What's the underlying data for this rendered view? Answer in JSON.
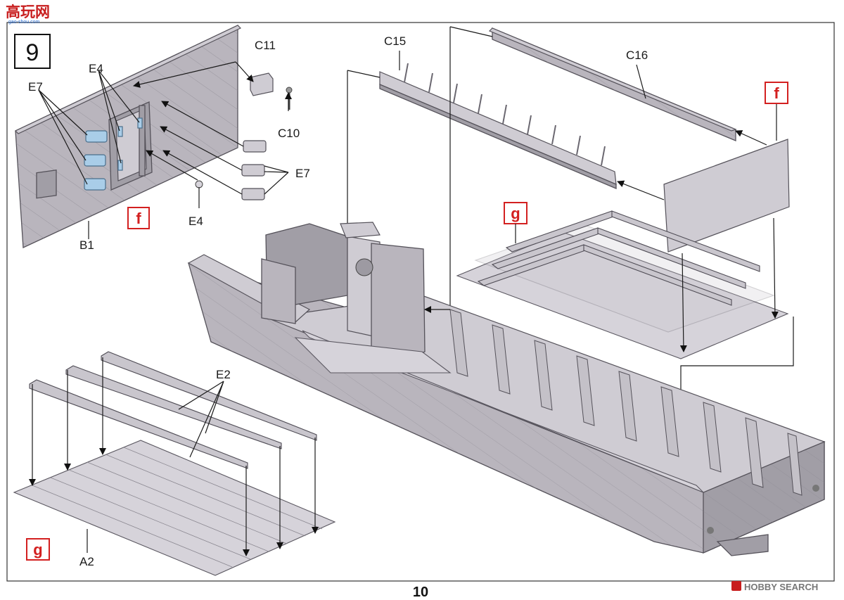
{
  "watermark_top": {
    "chars": "高玩网",
    "domain": "gao-shou.com"
  },
  "step_number": "9",
  "parts": {
    "c11": "C11",
    "c10": "C10",
    "c15": "C15",
    "c16": "C16",
    "e4_top": "E4",
    "e4_bottom": "E4",
    "e7_left": "E7",
    "e7_right": "E7",
    "b1": "B1",
    "e2": "E2",
    "a2": "A2"
  },
  "subassembly_tags": {
    "f_left": "f",
    "f_right": "f",
    "g_top": "g",
    "g_bottom": "g"
  },
  "page_number": "10",
  "footer_brand": "HOBBY SEARCH",
  "colors": {
    "tag_red": "#d32020",
    "part_grey": "#b9b5bd",
    "part_blue": "#a9cde8"
  }
}
